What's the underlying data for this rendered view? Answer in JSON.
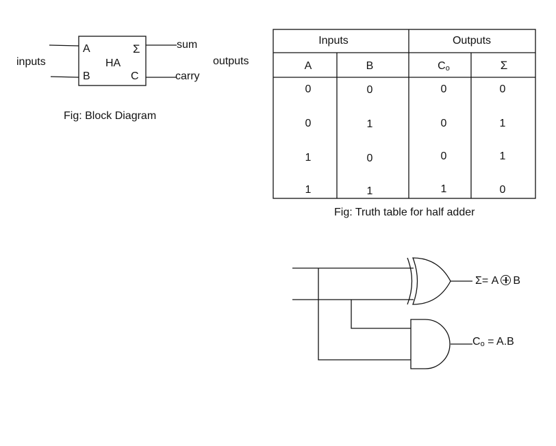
{
  "block_diagram": {
    "inputs_label": "inputs",
    "outputs_label": "outputs",
    "block_label": "HA",
    "pin_a": "A",
    "pin_b": "B",
    "pin_sum": "Σ",
    "pin_carry": "C",
    "sum_label": "sum",
    "carry_label": "carry",
    "caption": "Fig: Block Diagram"
  },
  "truth_table": {
    "group_inputs": "Inputs",
    "group_outputs": "Outputs",
    "headers": {
      "a": "A",
      "b": "B",
      "co_main": "C",
      "co_sub": "o",
      "sum": "Σ"
    },
    "rows": [
      [
        "0",
        "0",
        "0",
        "0"
      ],
      [
        "0",
        "1",
        "0",
        "1"
      ],
      [
        "1",
        "0",
        "0",
        "1"
      ],
      [
        "1",
        "1",
        "1",
        "0"
      ]
    ],
    "caption": "Fig: Truth table for half adder"
  },
  "logic_circuit": {
    "sum_expr_left": "Σ= A",
    "sum_expr_right": "B",
    "carry_main": "C",
    "carry_sub": "o",
    "carry_expr": " = A.B"
  }
}
